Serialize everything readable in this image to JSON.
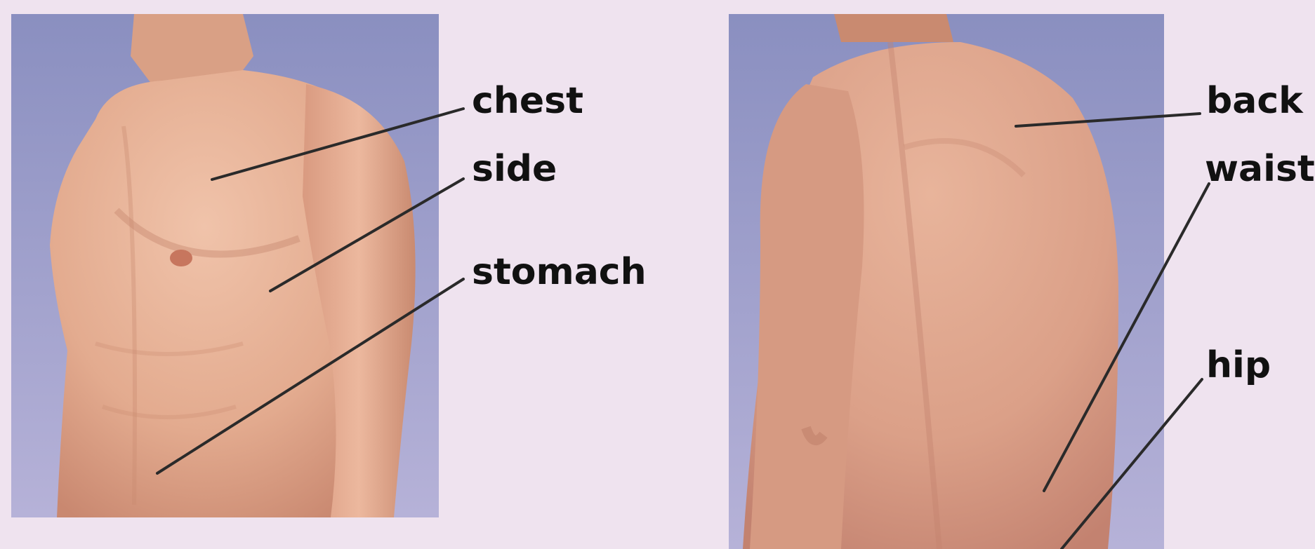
{
  "colors": {
    "page_background": "#efe3ef",
    "backdrop": "#8f93c4",
    "skin": "#e3ac92",
    "leader_line": "#2a2a2a",
    "label_text": "#111111"
  },
  "front_view": {
    "labels": {
      "chest": "chest",
      "side": "side",
      "stomach": "stomach"
    }
  },
  "back_view": {
    "labels": {
      "back": "back",
      "waist": "waist",
      "hip": "hip"
    }
  }
}
